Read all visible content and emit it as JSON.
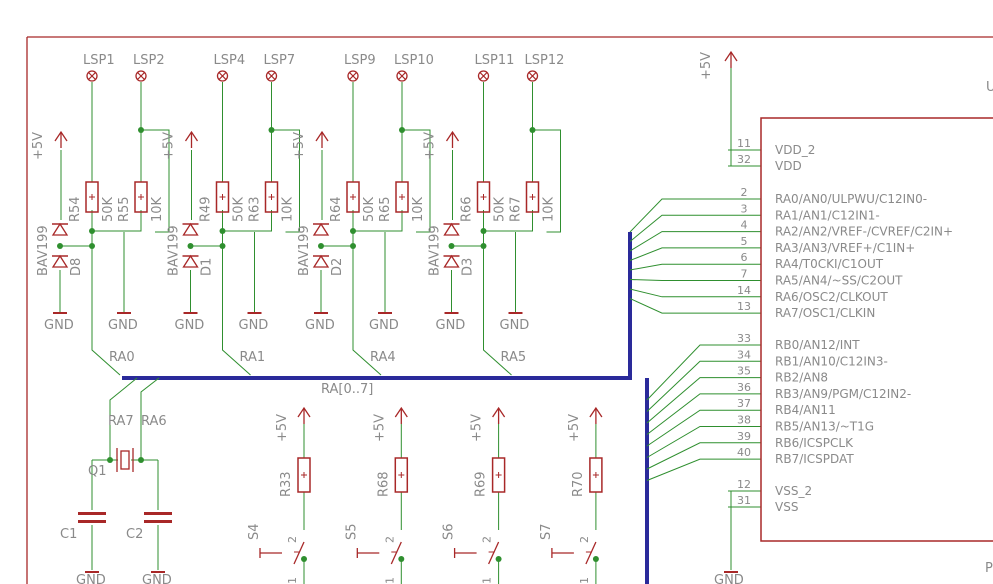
{
  "frame_letters": {
    "top_right": "U",
    "bottom_right": "P"
  },
  "supply_label": "+5V",
  "ground_label": "GND",
  "speakers": [
    {
      "lsp_a": "LSP1",
      "lsp_b": "LSP2",
      "r_a": "R54",
      "r_a_val": "50K",
      "r_b": "R55",
      "r_b_val": "10K",
      "diode_part": "BAV199",
      "diode_ref": "D8",
      "net": "RA0"
    },
    {
      "lsp_a": "LSP4",
      "lsp_b": "LSP7",
      "r_a": "R49",
      "r_a_val": "50K",
      "r_b": "R63",
      "r_b_val": "10K",
      "diode_part": "BAV199",
      "diode_ref": "D1",
      "net": "RA1"
    },
    {
      "lsp_a": "LSP9",
      "lsp_b": "LSP10",
      "r_a": "R64",
      "r_a_val": "50K",
      "r_b": "R65",
      "r_b_val": "10K",
      "diode_part": "BAV199",
      "diode_ref": "D2",
      "net": "RA4"
    },
    {
      "lsp_a": "LSP11",
      "lsp_b": "LSP12",
      "r_a": "R66",
      "r_a_val": "50K",
      "r_b": "R67",
      "r_b_val": "10K",
      "diode_part": "BAV199",
      "diode_ref": "D3",
      "net": "RA5"
    }
  ],
  "bus_label": "RA[0..7]",
  "crystal": {
    "ref": "Q1",
    "net_left": "RA7",
    "net_right": "RA6"
  },
  "capacitors": [
    {
      "ref": "C1"
    },
    {
      "ref": "C2"
    }
  ],
  "switches": [
    {
      "r": "R33",
      "s": "S4"
    },
    {
      "r": "R68",
      "s": "S5"
    },
    {
      "r": "R69",
      "s": "S6"
    },
    {
      "r": "R70",
      "s": "S7"
    }
  ],
  "switch_pins": {
    "top": "2",
    "bottom": "1"
  },
  "mcu": {
    "power_pins": [
      {
        "num": "11",
        "name": "VDD_2"
      },
      {
        "num": "32",
        "name": "VDD"
      }
    ],
    "porta": [
      {
        "num": "2",
        "name": "RA0/AN0/ULPWU/C12IN0-"
      },
      {
        "num": "3",
        "name": "RA1/AN1/C12IN1-"
      },
      {
        "num": "4",
        "name": "RA2/AN2/VREF-/CVREF/C2IN+"
      },
      {
        "num": "5",
        "name": "RA3/AN3/VREF+/C1IN+"
      },
      {
        "num": "6",
        "name": "RA4/T0CKI/C1OUT"
      },
      {
        "num": "7",
        "name": "RA5/AN4/~SS/C2OUT"
      },
      {
        "num": "14",
        "name": "RA6/OSC2/CLKOUT"
      },
      {
        "num": "13",
        "name": "RA7/OSC1/CLKIN"
      }
    ],
    "portb": [
      {
        "num": "33",
        "name": "RB0/AN12/INT"
      },
      {
        "num": "34",
        "name": "RB1/AN10/C12IN3-"
      },
      {
        "num": "35",
        "name": "RB2/AN8"
      },
      {
        "num": "36",
        "name": "RB3/AN9/PGM/C12IN2-"
      },
      {
        "num": "37",
        "name": "RB4/AN11"
      },
      {
        "num": "38",
        "name": "RB5/AN13/~T1G"
      },
      {
        "num": "39",
        "name": "RB6/ICSPCLK"
      },
      {
        "num": "40",
        "name": "RB7/ICSPDAT"
      }
    ],
    "ground_pins": [
      {
        "num": "12",
        "name": "VSS_2"
      },
      {
        "num": "31",
        "name": "VSS"
      }
    ]
  }
}
